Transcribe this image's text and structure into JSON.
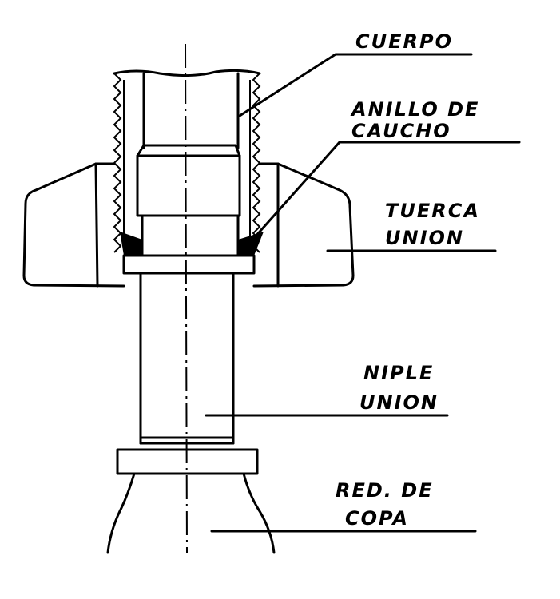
{
  "title": "Union assembly cross-section",
  "labels": {
    "cuerpo": "CUERPO",
    "anillo_1": "ANILLO DE",
    "anillo_2": "CAUCHO",
    "tuerca_1": "TUERCA",
    "tuerca_2": "UNION",
    "niple_1": "NIPLE",
    "niple_2": "UNION",
    "red_1": "RED. DE",
    "red_2": "COPA"
  },
  "colors": {
    "ink": "#000000",
    "background": "#ffffff"
  }
}
